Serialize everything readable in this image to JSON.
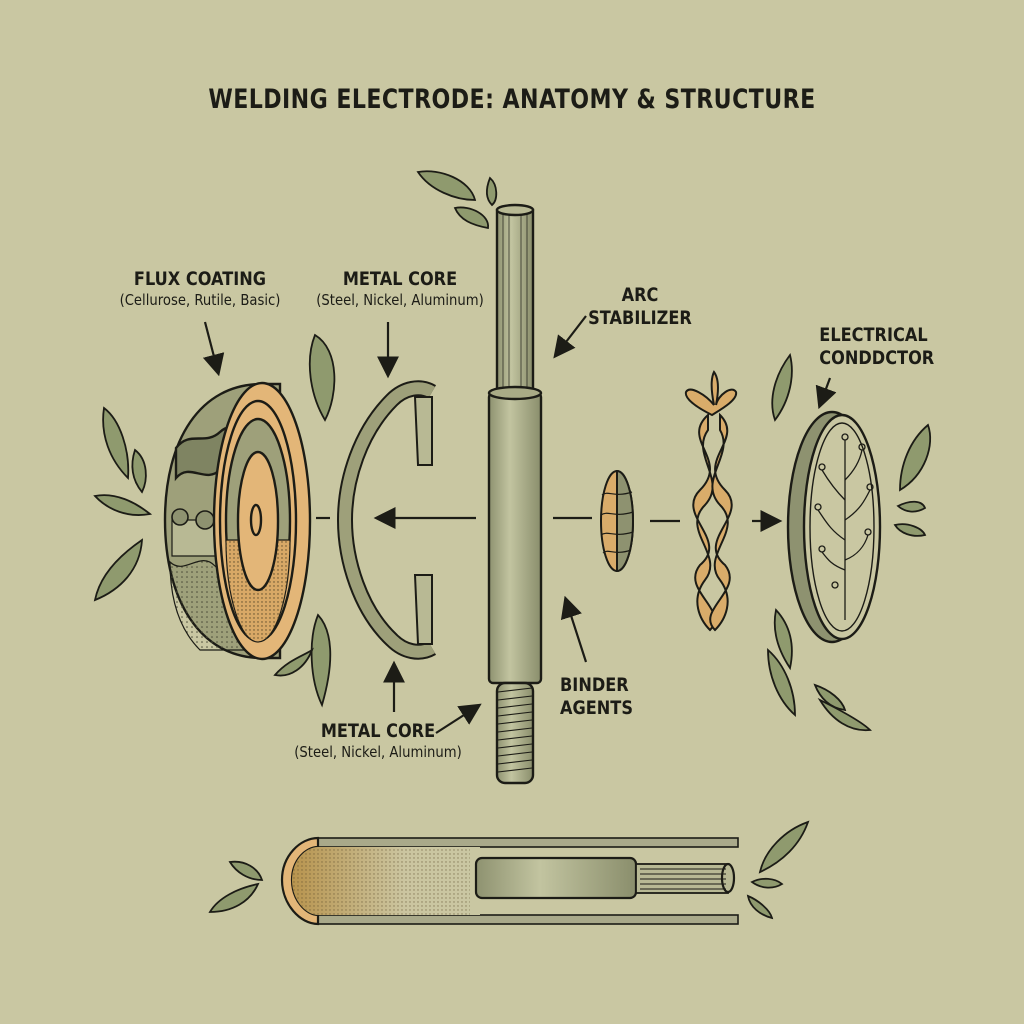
{
  "title": "WELDING ELECTRODE: ANATOMY & STRUCTURE",
  "labels": {
    "flux_coating": {
      "main": "FLUX COATING",
      "sub": "(Cellurose, Rutile, Basic)"
    },
    "metal_core_top": {
      "main": "METAL CORE",
      "sub": "(Steel, Nickel, Aluminum)"
    },
    "arc_stabilizer": {
      "main": "ARC STABILIZER"
    },
    "electrical_conductor": {
      "line1": "ELECTRICAL",
      "line2": "CONDDCTOR"
    },
    "metal_core_bottom": {
      "main": "METAL CORE",
      "sub": "(Steel, Nickel, Aluminum)"
    },
    "binder_agents": {
      "line1": "BINDER",
      "line2": "AGENTS"
    }
  },
  "colors": {
    "background": "#c9c7a2",
    "ink": "#1c1c16",
    "sage": "#9ea07a",
    "sage_dark": "#7f8462",
    "sage_light": "#b8b994",
    "ochre": "#e3b678",
    "ochre_dark": "#c99a55",
    "leaf": "#8f9a6e"
  },
  "components": [
    "flux-coating-disc",
    "metal-core-ring",
    "electrode-rod",
    "arc-stabilizer-slice",
    "binder-braid",
    "electrical-conductor-disc",
    "cross-section-tube"
  ]
}
